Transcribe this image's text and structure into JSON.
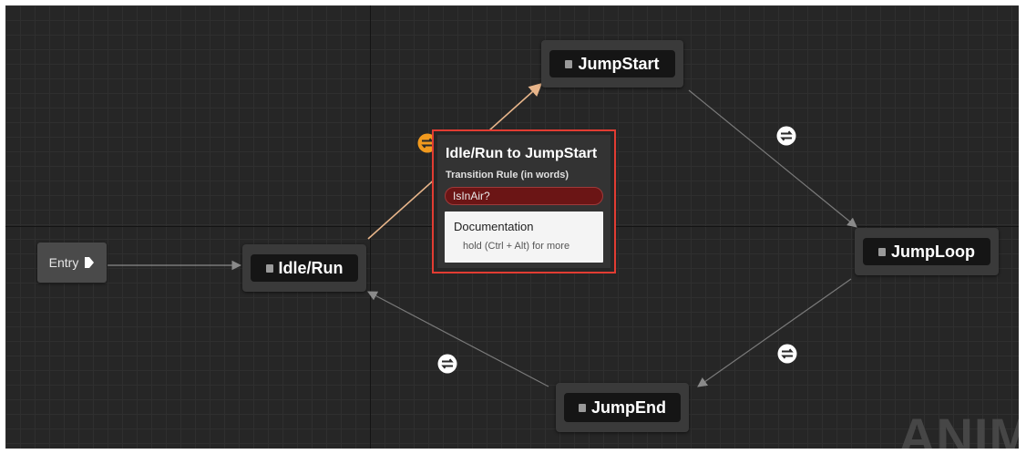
{
  "states": {
    "entry": "Entry",
    "idle_run": "Idle/Run",
    "jump_start": "JumpStart",
    "jump_loop": "JumpLoop",
    "jump_end": "JumpEnd"
  },
  "tooltip": {
    "title": "Idle/Run to JumpStart",
    "subtitle": "Transition Rule (in words)",
    "rule": "IsInAir?",
    "doc_title": "Documentation",
    "doc_hint": "hold (Ctrl + Alt) for more"
  },
  "watermark": "ANIM",
  "colors": {
    "background": "#262626",
    "grid": "#2f2f2f",
    "wire_default": "#7a7a7a",
    "wire_highlighted": "#e8b58a",
    "transition_highlighted": "#f29a1e",
    "tooltip_border": "#e23c32",
    "rule_fill": "#6b1515"
  },
  "icons": {
    "entry_arrow": "entry-arrow-icon",
    "state": "state-square-icon",
    "transition": "transition-arrows-icon"
  }
}
